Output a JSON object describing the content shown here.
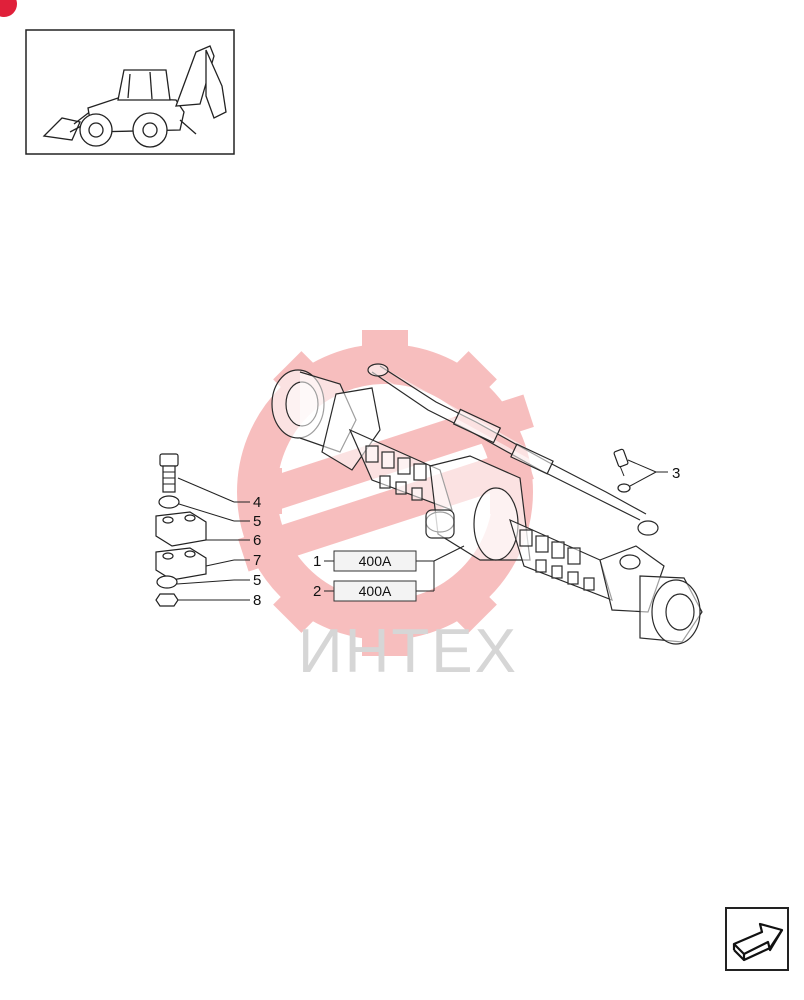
{
  "thumbnail": {
    "icon": "backhoe-loader-icon"
  },
  "badge": {
    "color": "#e0203a"
  },
  "watermark": {
    "text": "ИНТЕХ",
    "color": "#f3a0a0"
  },
  "callouts": [
    {
      "id": "c1",
      "label": "1"
    },
    {
      "id": "c2",
      "label": "2"
    },
    {
      "id": "c3",
      "label": "3"
    },
    {
      "id": "c4",
      "label": "4"
    },
    {
      "id": "c5a",
      "label": "5"
    },
    {
      "id": "c6",
      "label": "6"
    },
    {
      "id": "c7",
      "label": "7"
    },
    {
      "id": "c5b",
      "label": "5"
    },
    {
      "id": "c8",
      "label": "8"
    }
  ],
  "references": [
    {
      "id": "r1",
      "label": "400A"
    },
    {
      "id": "r2",
      "label": "400A"
    }
  ],
  "next_page": {
    "icon": "next-page-arrow-icon"
  }
}
